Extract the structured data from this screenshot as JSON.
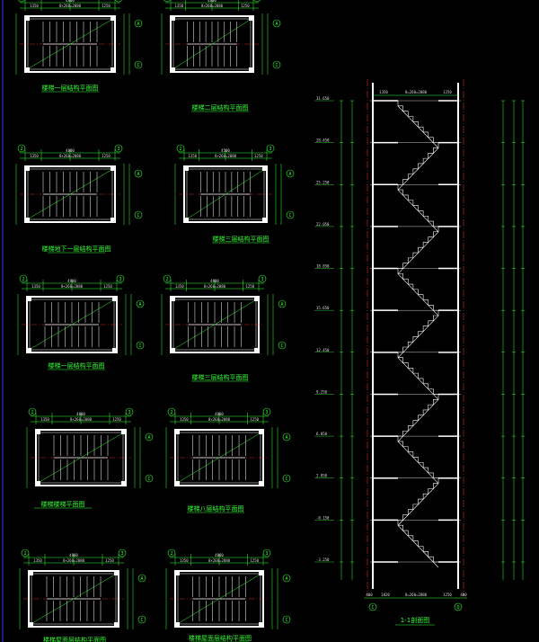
{
  "drawing": {
    "colors": {
      "background": "#000000",
      "wall": "#ffffff",
      "axis": "#ff3333",
      "dim": "#33ff33",
      "text": "#33ff33",
      "stair": "#ffffff",
      "border": "#3333ff",
      "tag": "#ffff33"
    },
    "captions": [
      "楼梯一层结构平面图",
      "楼梯二层结构平面图",
      "楼梯地下一层结构平面图",
      "楼梯三层结构平面图",
      "楼梯一层结构平面图",
      "楼梯三层结构平面图",
      "楼梯楼梯平面图",
      "楼梯八层结构平面图",
      "楼梯屋面层结构平面图",
      "楼梯屋面层结构平面图"
    ],
    "section_caption": "1-1剖面图",
    "top_dims": [
      "4800",
      "4800",
      "4800",
      "4500",
      "4900",
      "4800",
      "4800",
      "4800",
      "4800",
      "4800"
    ],
    "section_dims": {
      "top": [
        "1350",
        "8=260=2080",
        "1250"
      ],
      "bottom": [
        "400",
        "1820",
        "8=260=2080",
        "1250",
        "400"
      ]
    },
    "elev_labels": [
      "31.650",
      "28.450",
      "25.250",
      "22.050",
      "18.850",
      "15.650",
      "12.450",
      "9.250",
      "6.050",
      "2.850",
      "-0.150",
      "-3.250"
    ],
    "axis_tags": [
      "A",
      "B",
      "C",
      "D",
      "2",
      "3"
    ]
  }
}
